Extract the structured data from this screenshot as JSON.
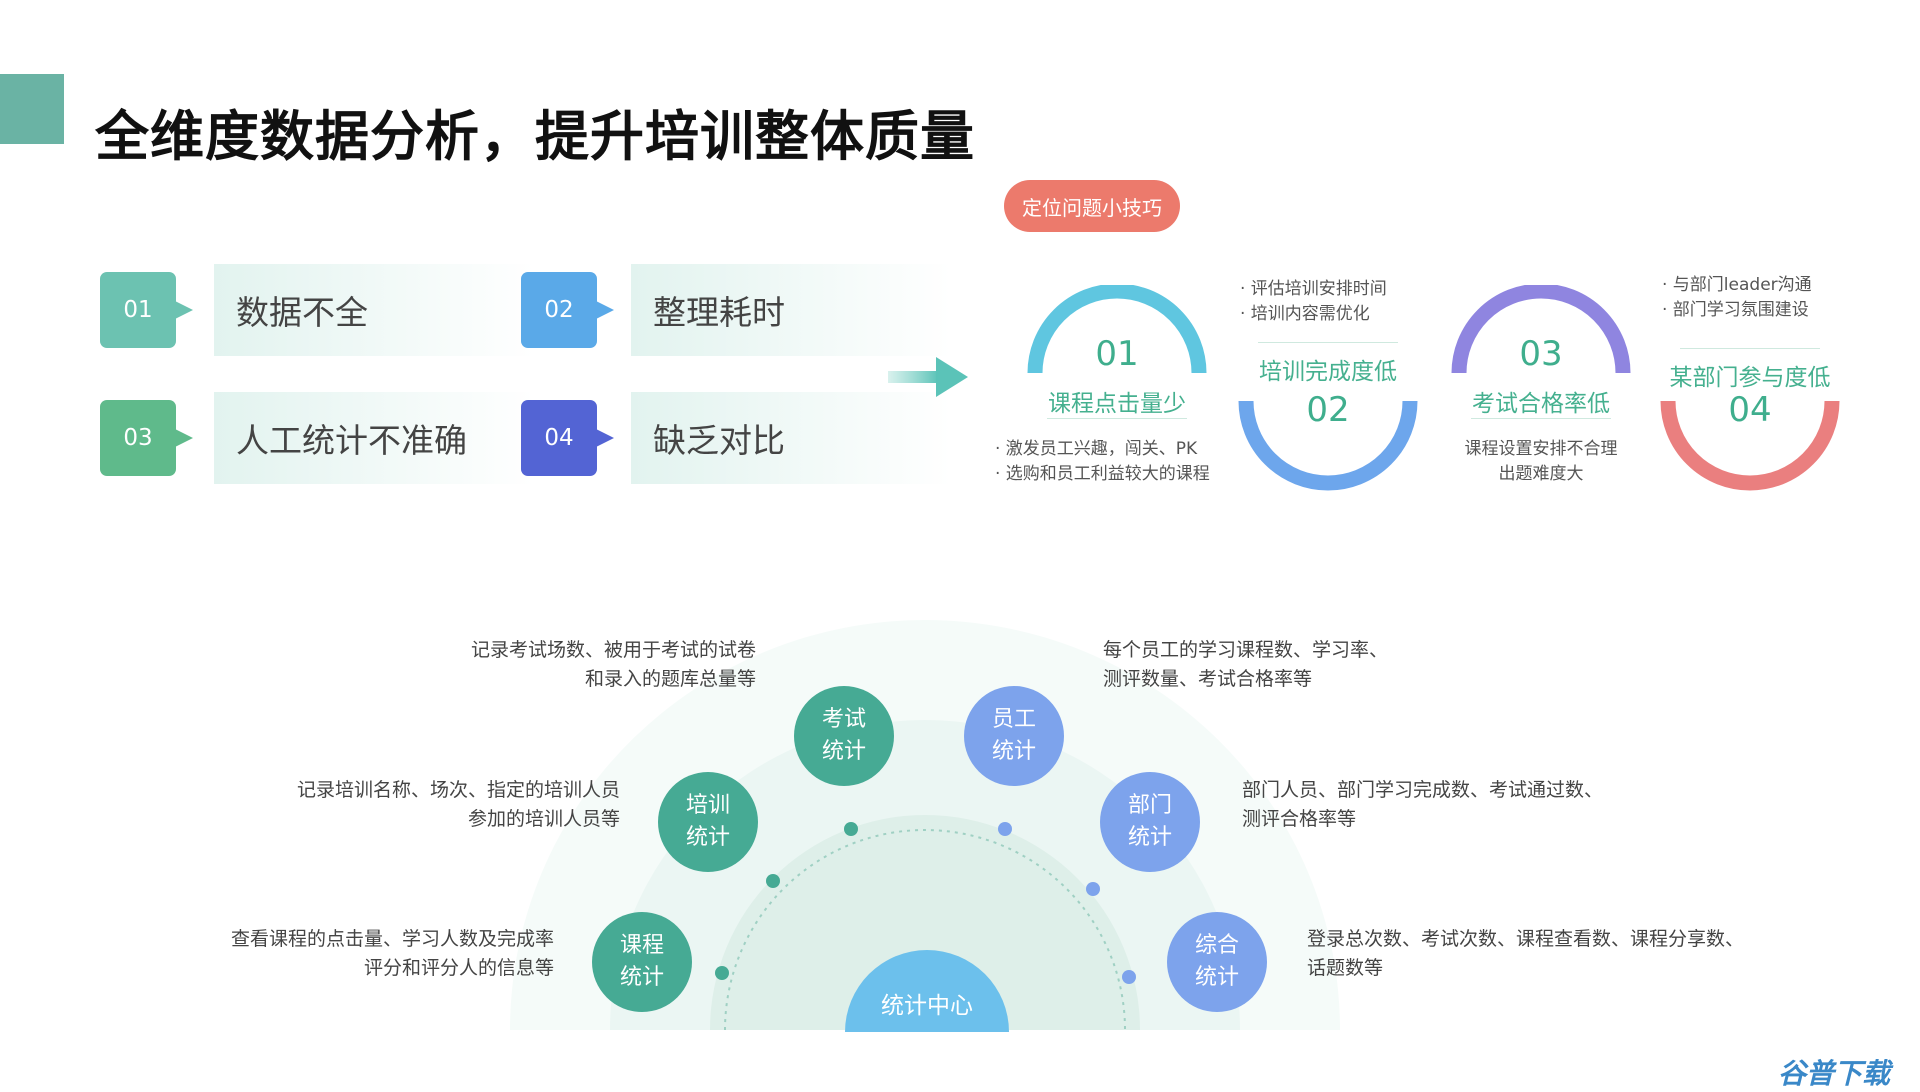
{
  "page": {
    "title": "全维度数据分析，提升培训整体质量"
  },
  "problems": [
    {
      "num": "01",
      "label": "数据不全",
      "color": "#6cc2b1"
    },
    {
      "num": "02",
      "label": "整理耗时",
      "color": "#5aa9e8"
    },
    {
      "num": "03",
      "label": "人工统计不准确",
      "color": "#5fba8b"
    },
    {
      "num": "04",
      "label": "缺乏对比",
      "color": "#5364d4"
    }
  ],
  "tips": {
    "pill": "定位问题小技巧",
    "items": [
      {
        "num": "01",
        "label": "课程点击量少",
        "notes": [
          "· 激发员工兴趣，闯关、PK",
          "· 选购和员工利益较大的课程"
        ],
        "color": "#5fc6e0"
      },
      {
        "num": "02",
        "label": "培训完成度低",
        "notes": [
          "· 评估培训安排时间",
          "· 培训内容需优化"
        ],
        "color": "#6da6ec"
      },
      {
        "num": "03",
        "label": "考试合格率低",
        "notes": [
          "课程设置安排不合理",
          "出题难度大"
        ],
        "color": "#8f85e0"
      },
      {
        "num": "04",
        "label": "某部门参与度低",
        "notes": [
          "· 与部门leader沟通",
          "· 部门学习氛围建设"
        ],
        "color": "#ea7f7f"
      }
    ]
  },
  "diagram": {
    "center": "统计中心",
    "nodes": [
      {
        "label": [
          "课程",
          "统计"
        ],
        "desc": [
          "查看课程的点击量、学习人数及完成率",
          "评分和评分人的信息等"
        ],
        "tone": "green"
      },
      {
        "label": [
          "培训",
          "统计"
        ],
        "desc": [
          "记录培训名称、场次、指定的培训人员",
          "参加的培训人员等"
        ],
        "tone": "green"
      },
      {
        "label": [
          "考试",
          "统计"
        ],
        "desc": [
          "记录考试场数、被用于考试的试卷",
          "和录入的题库总量等"
        ],
        "tone": "green"
      },
      {
        "label": [
          "员工",
          "统计"
        ],
        "desc": [
          "每个员工的学习课程数、学习率、",
          "测评数量、考试合格率等"
        ],
        "tone": "blue"
      },
      {
        "label": [
          "部门",
          "统计"
        ],
        "desc": [
          "部门人员、部门学习完成数、考试通过数、",
          "测评合格率等"
        ],
        "tone": "blue"
      },
      {
        "label": [
          "综合",
          "统计"
        ],
        "desc": [
          "登录总次数、考试次数、课程查看数、课程分享数、",
          "话题数等"
        ],
        "tone": "blue"
      }
    ]
  },
  "watermark": "谷普下载",
  "colors": {
    "accent": "#6ab3a4",
    "pill": "#ec7a6c",
    "center": "#6cc0ec",
    "green_node": "#46aa94",
    "blue_node": "#7da3ec"
  }
}
